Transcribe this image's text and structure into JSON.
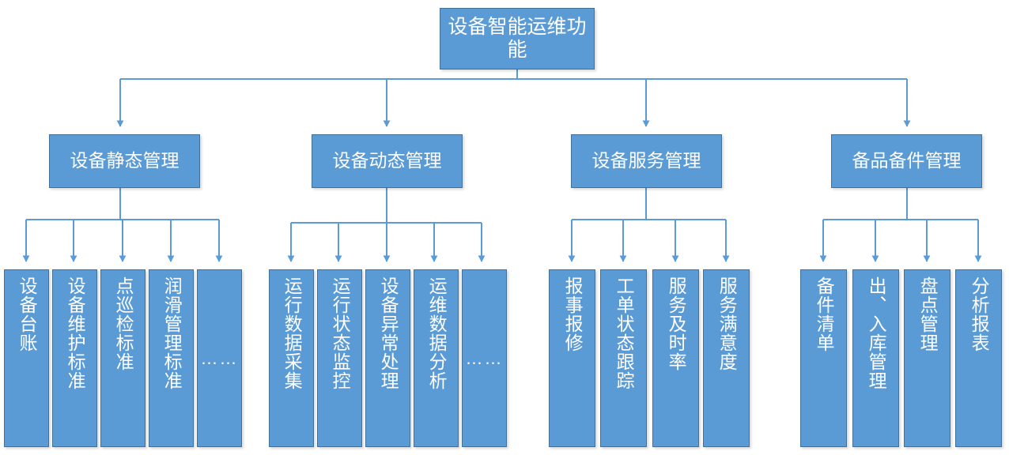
{
  "diagram": {
    "title": "设备智能运维功能",
    "root": {
      "label": "设备智能运维功能",
      "color": "#5B9BD5"
    },
    "connector_color": "#5B9BD5",
    "border_color": "#41719C",
    "text_color": "#FFFFFF",
    "branches": [
      {
        "label": "设备静态管理",
        "children": [
          {
            "label": "设备台账"
          },
          {
            "label": "设备维护标准"
          },
          {
            "label": "点巡检标准"
          },
          {
            "label": "润滑管理标准"
          },
          {
            "label": "……"
          }
        ]
      },
      {
        "label": "设备动态管理",
        "children": [
          {
            "label": "运行数据采集"
          },
          {
            "label": "运行状态监控"
          },
          {
            "label": "设备异常处理"
          },
          {
            "label": "运维数据分析"
          },
          {
            "label": "……"
          }
        ]
      },
      {
        "label": "设备服务管理",
        "children": [
          {
            "label": "报事报修"
          },
          {
            "label": "工单状态跟踪"
          },
          {
            "label": "服务及时率"
          },
          {
            "label": "服务满意度"
          }
        ]
      },
      {
        "label": "备品备件管理",
        "children": [
          {
            "label": "备件清单"
          },
          {
            "label": "出、入库管理"
          },
          {
            "label": "盘点管理"
          },
          {
            "label": "分析报表"
          }
        ]
      }
    ]
  }
}
